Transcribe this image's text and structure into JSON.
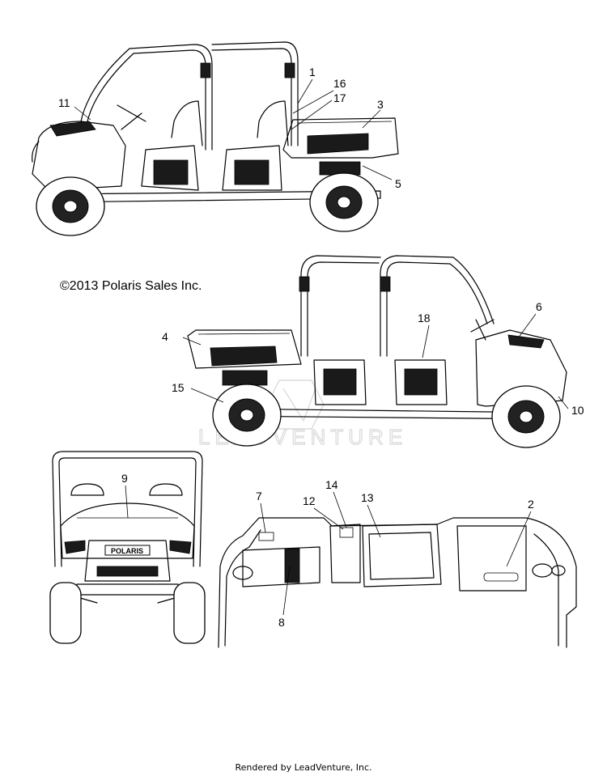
{
  "copyright": "©2013 Polaris Sales Inc.",
  "footer": "Rendered by LeadVenture, Inc.",
  "watermark": "LEADVENTURE",
  "badge_text": "POLARIS",
  "callouts": {
    "c1": "1",
    "c2": "2",
    "c3": "3",
    "c4": "4",
    "c5": "5",
    "c6": "6",
    "c7": "7",
    "c8": "8",
    "c9": "9",
    "c10": "10",
    "c11": "11",
    "c12": "12",
    "c13": "13",
    "c14": "14",
    "c15": "15",
    "c16": "16",
    "c17": "17",
    "c18": "18"
  },
  "icons": {
    "side_view_left": "utv-side-view-left-illustration",
    "side_view_right": "utv-side-view-right-illustration",
    "front_view": "utv-front-view-illustration",
    "dash_view": "utv-dashboard-illustration"
  }
}
